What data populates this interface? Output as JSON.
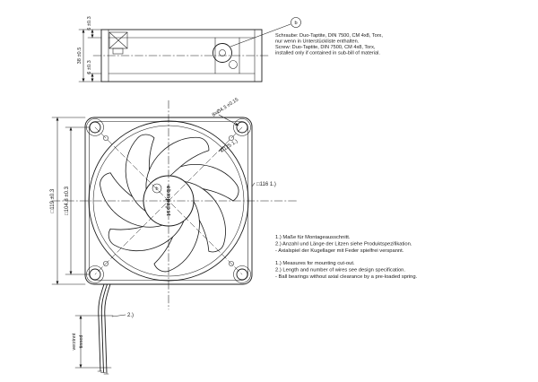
{
  "drawing": {
    "background": "#ffffff",
    "ink": "#1a1a1a"
  },
  "screw_note": {
    "balloon": "b",
    "de_line1": "Schraube: Duo-Taptite, DIN 7500, CM 4x8, Torx,",
    "de_line2": "nur wenn in Unterstückliste enthalten.",
    "en_line1": "Screw: Duo-Taptite, DIN 7500, CM 4x8, Torx,",
    "en_line2": "installed only if contained in sub-bill of material."
  },
  "side_view": {
    "dim_flange_top": "6 ±0.3",
    "dim_depth": "38 ±0.5",
    "dim_flange_bottom": "6 ±0.3"
  },
  "front_view": {
    "hub_logo": "ebmpapst",
    "hub_balloon": "b",
    "dim_frame": "□119 ±0.3",
    "dim_hole_pitch": "□104.8 ±0.3",
    "dim_holes": "8xØ4.3 ±0.15",
    "dim_impeller": "Ø125 1.)",
    "dim_cutout": "□116 1.)"
  },
  "wires": {
    "ref": "2.)",
    "finish_de": "verzinnt",
    "finish_en": "tinned"
  },
  "notes": {
    "de_1": "1.) Maße für Montageausschnitt.",
    "de_2": "2.) Anzahl und Länge der Litzen siehe Produktspezifikation.",
    "de_3": "-  Axialspiel der Kugellager mit Feder spielfrei verspannt.",
    "en_1": "1.) Measures for mounting cut-out.",
    "en_2": "2.) Length and number of wires see design specification.",
    "en_3": "-  Ball bearings without axial clearance by a pre-loaded spring."
  }
}
